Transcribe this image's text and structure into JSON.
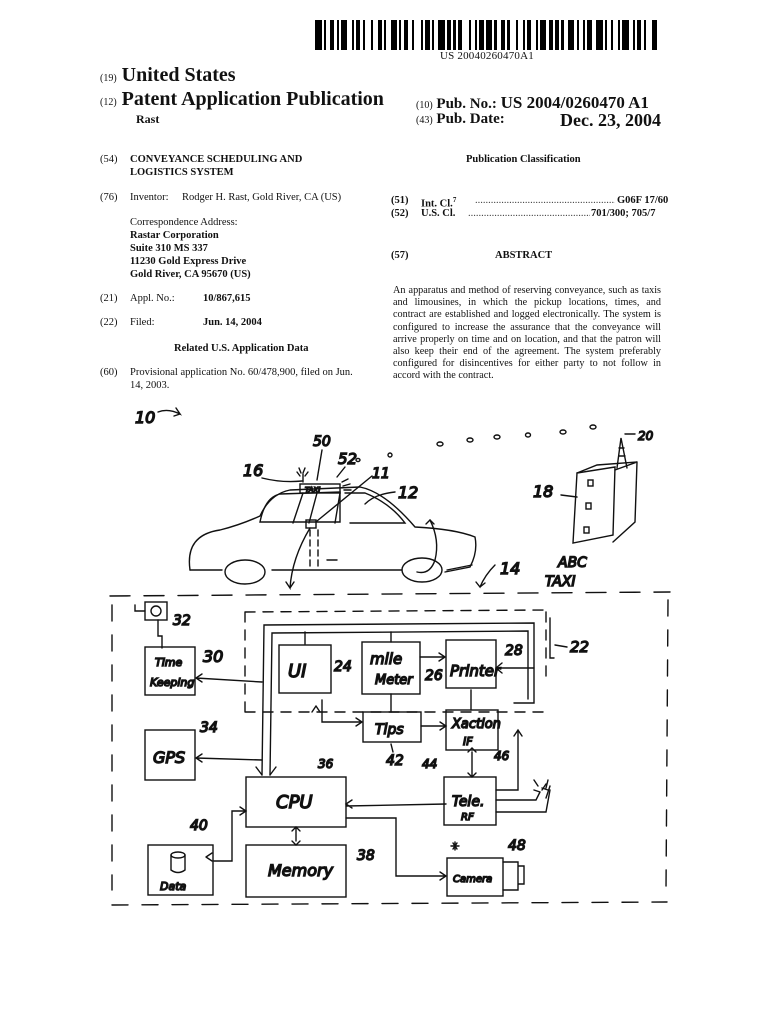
{
  "barcode": {
    "number": "US 20040260470A1",
    "bars": [
      3,
      1,
      1,
      2,
      2,
      1,
      1,
      1,
      3,
      2,
      1,
      1,
      2,
      1,
      1,
      3,
      1,
      2,
      2,
      1,
      1,
      2,
      3,
      1,
      1,
      1,
      2,
      2,
      1,
      3,
      1,
      1,
      2,
      1,
      1,
      2,
      3,
      1,
      2,
      1,
      1,
      1,
      2,
      3,
      1,
      2,
      1,
      1,
      2,
      1,
      3,
      1,
      1,
      2,
      2,
      1,
      1,
      3,
      1,
      2,
      1,
      1,
      2,
      2,
      1,
      1,
      3,
      1,
      2,
      1,
      2,
      1,
      1,
      2,
      3,
      1,
      1,
      2,
      1,
      1,
      2,
      2,
      3,
      1,
      1,
      2,
      1,
      2,
      1,
      1,
      3,
      2,
      1,
      1,
      2,
      1,
      1,
      3,
      2,
      1
    ]
  },
  "header": {
    "country_code": "(19)",
    "country": "United States",
    "type_code": "(12)",
    "type": "Patent Application Publication",
    "inventor_surname": "Rast",
    "pub_no_code": "(10)",
    "pub_no_label": "Pub. No.:",
    "pub_no": "US 2004/0260470 A1",
    "pub_date_code": "(43)",
    "pub_date_label": "Pub. Date:",
    "pub_date": "Dec. 23, 2004"
  },
  "left_column": {
    "title_code": "(54)",
    "title_line1": "CONVEYANCE SCHEDULING AND",
    "title_line2": "LOGISTICS SYSTEM",
    "inventor_code": "(76)",
    "inventor_label": "Inventor:",
    "inventor": "Rodger H. Rast, Gold River, CA (US)",
    "correspondence_label": "Correspondence Address:",
    "correspondence": [
      "Rastar Corporation",
      "Suite 310 MS 337",
      "11230 Gold Express Drive",
      "Gold River, CA 95670 (US)"
    ],
    "appl_code": "(21)",
    "appl_label": "Appl. No.:",
    "appl_no": "10/867,615",
    "filed_code": "(22)",
    "filed_label": "Filed:",
    "filed": "Jun. 14, 2004",
    "related_heading": "Related U.S. Application Data",
    "provisional_code": "(60)",
    "provisional_line1": "Provisional application No. 60/478,900, filed on Jun.",
    "provisional_line2": "14, 2003."
  },
  "right_column": {
    "classification_heading": "Publication Classification",
    "intcl_code": "(51)",
    "intcl_label": "Int. Cl.",
    "intcl_sup": "7",
    "intcl_value": "G06F 17/60",
    "uscl_code": "(52)",
    "uscl_label": "U.S. Cl.",
    "uscl_value": "701/300; 705/7",
    "abstract_code": "(57)",
    "abstract_heading": "ABSTRACT",
    "abstract_text": "An apparatus and method of reserving conveyance, such as taxis and limousines, in which the pickup locations, times, and contract are established and logged electronically. The system is configured to increase the assurance that the conveyance will arrive properly on time and on location, and that the patron will also keep their end of the agreement. The system preferably configured for disincentives for either party to not follow in accord with the contract."
  },
  "drawing": {
    "figure_ref": "10",
    "labels": {
      "car": "12",
      "dispatch_ground": "14",
      "beacon": "16",
      "building": "18",
      "antenna": "20",
      "vehicle_system": "22",
      "ui": "24",
      "mile_meter": "26",
      "printer": "28",
      "timekeeping": "30",
      "clock": "32",
      "gps": "34",
      "cpu": "36",
      "memory": "38",
      "data": "40",
      "tips": "42",
      "xaction_ref": "44",
      "tele_ref": "46",
      "camera": "48",
      "sign": "50",
      "sign_light": "52",
      "car_unit": "11"
    },
    "sign_text": "TAXI",
    "company_line1": "ABC",
    "company_line2": "TAXI",
    "boxes": {
      "timekeeping_line1": "Time",
      "timekeeping_line2": "Keeping",
      "gps": "GPS",
      "ui": "UI",
      "mile_line1": "mile",
      "mile_line2": "Meter",
      "printer": "Printer",
      "tips": "Tips",
      "xaction_line1": "Xaction",
      "xaction_line2": "IF",
      "cpu": "CPU",
      "tele_line1": "Tele.",
      "tele_line2": "RF",
      "memory": "Memory",
      "data": "Data",
      "camera": "Camera"
    }
  }
}
